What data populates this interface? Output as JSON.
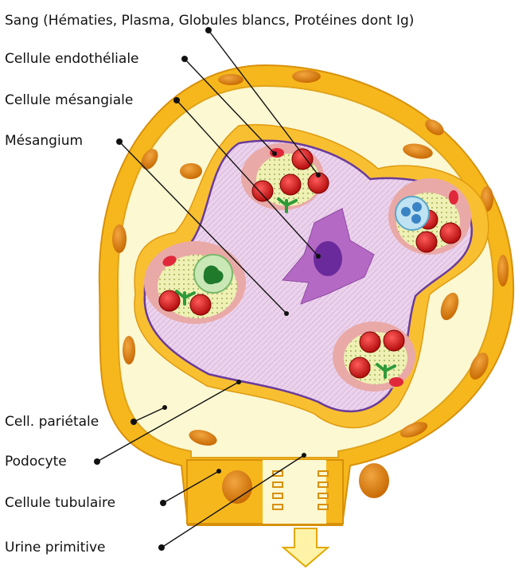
{
  "labels": {
    "sang": "Sang (Hématies, Plasma, Globules blancs, Protéines dont Ig)",
    "endo": "Cellule endothéliale",
    "mesangiale": "Cellule mésangiale",
    "mesangium": "Mésangium",
    "parietale": "Cell. pariétale",
    "podocyte": "Podocyte",
    "tubulaire": "Cellule tubulaire",
    "urine": "Urine primitive"
  },
  "colors": {
    "capsule": "#f6b71d",
    "capsule_edge": "#d8900a",
    "bowman_space": "#fbf8d2",
    "podocyte_layer": "#f8c031",
    "mesangium": "#ecd3ec",
    "mesangial_cell": "#b46ac4",
    "nucleus": "#6b2a9c",
    "rbc": "#d71818",
    "plasma": "#eef0b4",
    "endothelium": "#e9a9a7",
    "antibody": "#2f9a3a",
    "wbc_green": "#c9e8b6",
    "wbc_blue": "#bfe3f2",
    "arrow": "#fff3a8",
    "arrow_edge": "#e2a800"
  }
}
